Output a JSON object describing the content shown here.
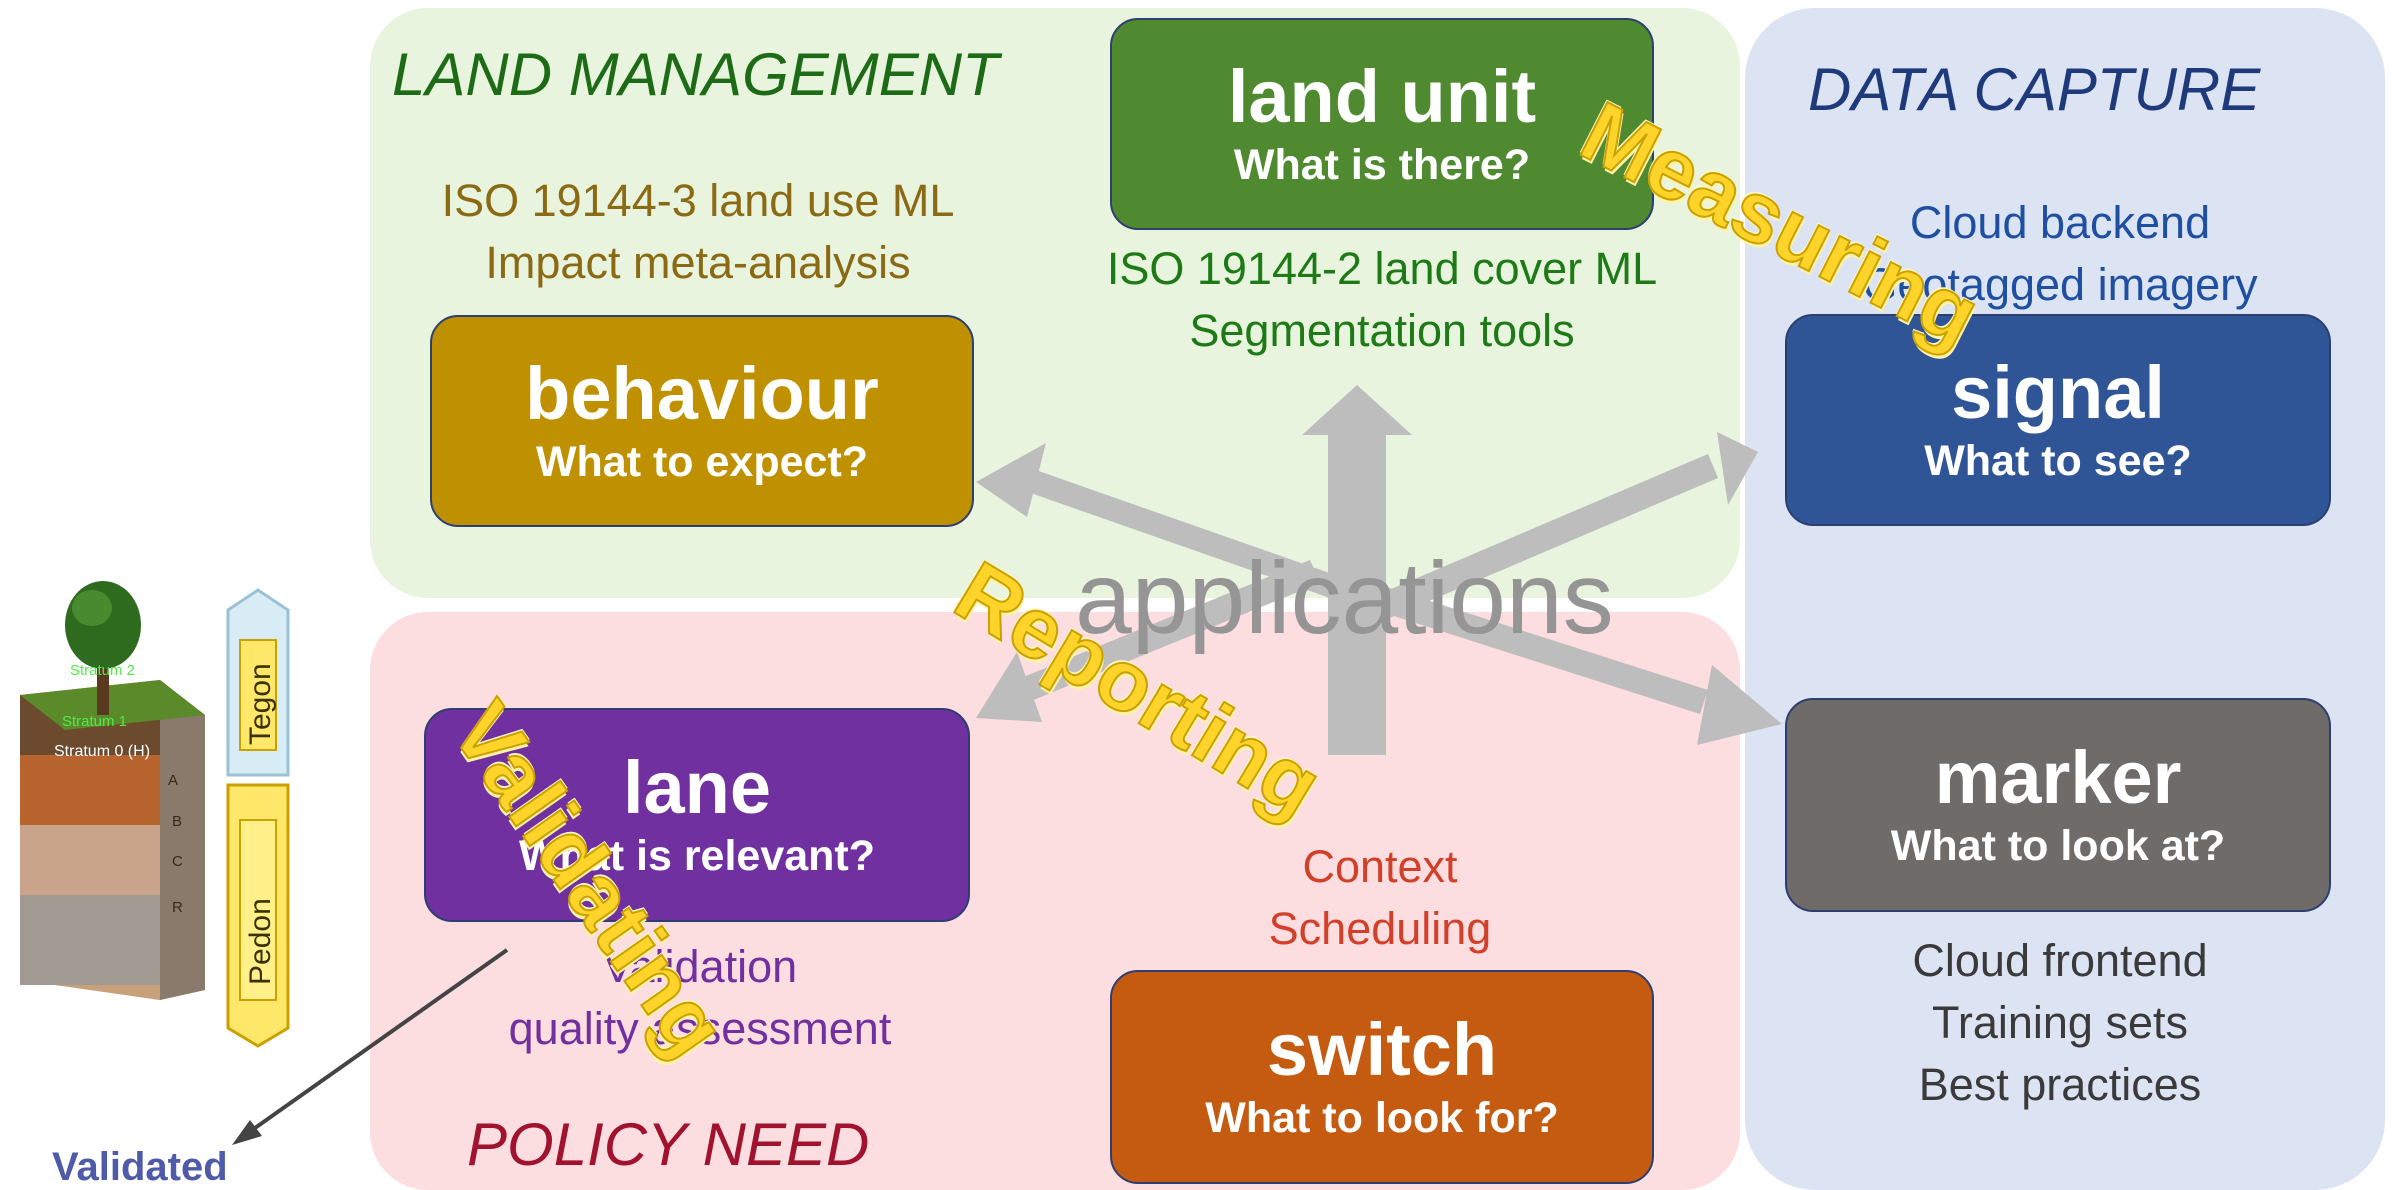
{
  "colors": {
    "land_region": "#e8f4de",
    "policy_region": "#fcdde0",
    "data_region": "#dce3f2",
    "land_unit": "#4f8a31",
    "behaviour": "#bf9000",
    "signal": "#2f5597",
    "lane": "#7030a0",
    "switch": "#c55a11",
    "marker": "#6f6b69",
    "arrow_gray": "#bdbdbd",
    "stamp_yellow": "#ffd42a"
  },
  "sections": {
    "land_management": "LAND MANAGEMENT",
    "data_capture": "DATA CAPTURE",
    "policy_need": "POLICY NEED"
  },
  "center_label": "applications",
  "boxes": {
    "land_unit": {
      "title": "land unit",
      "question": "What is there?"
    },
    "behaviour": {
      "title": "behaviour",
      "question": "What to expect?"
    },
    "signal": {
      "title": "signal",
      "question": "What to see?"
    },
    "lane": {
      "title": "lane",
      "question": "What is relevant?"
    },
    "switch": {
      "title": "switch",
      "question": "What to look for?"
    },
    "marker": {
      "title": "marker",
      "question": "What to look at?"
    }
  },
  "notes": {
    "land_use": [
      "ISO 19144-3 land use ML",
      "Impact meta-analysis"
    ],
    "land_cover": [
      "ISO 19144-2 land cover ML",
      "Segmentation tools"
    ],
    "cloud": [
      "Cloud backend",
      "Geotagged imagery"
    ],
    "validation": [
      "Validation",
      "quality assessment"
    ],
    "context": [
      "Context",
      "Scheduling"
    ],
    "frontend": [
      "Cloud frontend",
      "Training sets",
      "Best practices"
    ]
  },
  "stamps": {
    "measuring": "Measuring",
    "reporting": "Reporting",
    "validating": "Validating"
  },
  "soil_figure": {
    "strata": [
      "Stratum 2",
      "Stratum 1",
      "Stratum 0 (H)"
    ],
    "horizons": [
      "A",
      "B",
      "C",
      "R"
    ],
    "tegon": "Tegon",
    "pedon": "Pedon"
  },
  "validated_label": "Validated"
}
